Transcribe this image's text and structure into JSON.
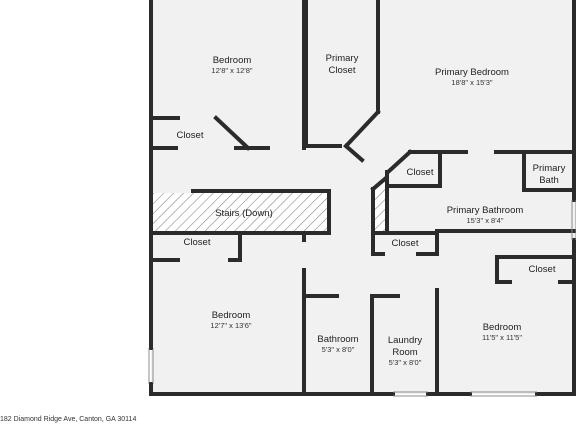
{
  "rooms": {
    "bedroom_nw": {
      "name": "Bedroom",
      "dims": "12'8\" x 12'8\""
    },
    "primary_closet": {
      "line1": "Primary",
      "line2": "Closet"
    },
    "primary_bedroom": {
      "name": "Primary Bedroom",
      "dims": "18'8\" x 15'3\""
    },
    "closet_nw": {
      "name": "Closet"
    },
    "stairs": {
      "name": "Stairs (Down)"
    },
    "closet_w": {
      "name": "Closet"
    },
    "closet_primary": {
      "name": "Closet"
    },
    "primary_bath_small": {
      "line1": "Primary",
      "line2": "Bath"
    },
    "primary_bathroom": {
      "name": "Primary Bathroom",
      "dims": "15'3\" x 8'4\""
    },
    "closet_center": {
      "name": "Closet"
    },
    "closet_se": {
      "name": "Closet"
    },
    "bedroom_sw": {
      "name": "Bedroom",
      "dims": "12'7\" x 13'6\""
    },
    "bathroom": {
      "name": "Bathroom",
      "dims": "5'3\" x 8'0\""
    },
    "laundry": {
      "line1": "Laundry",
      "line2": "Room",
      "dims": "5'3\" x 8'0\""
    },
    "bedroom_se": {
      "name": "Bedroom",
      "dims": "11'5\" x 11'5\""
    }
  },
  "address": "182 Diamond Ridge Ave, Canton, GA 30114",
  "colors": {
    "wall": "#2b2b2b",
    "floor": "#f1f1f1",
    "hatch": "#9a9a9a"
  }
}
